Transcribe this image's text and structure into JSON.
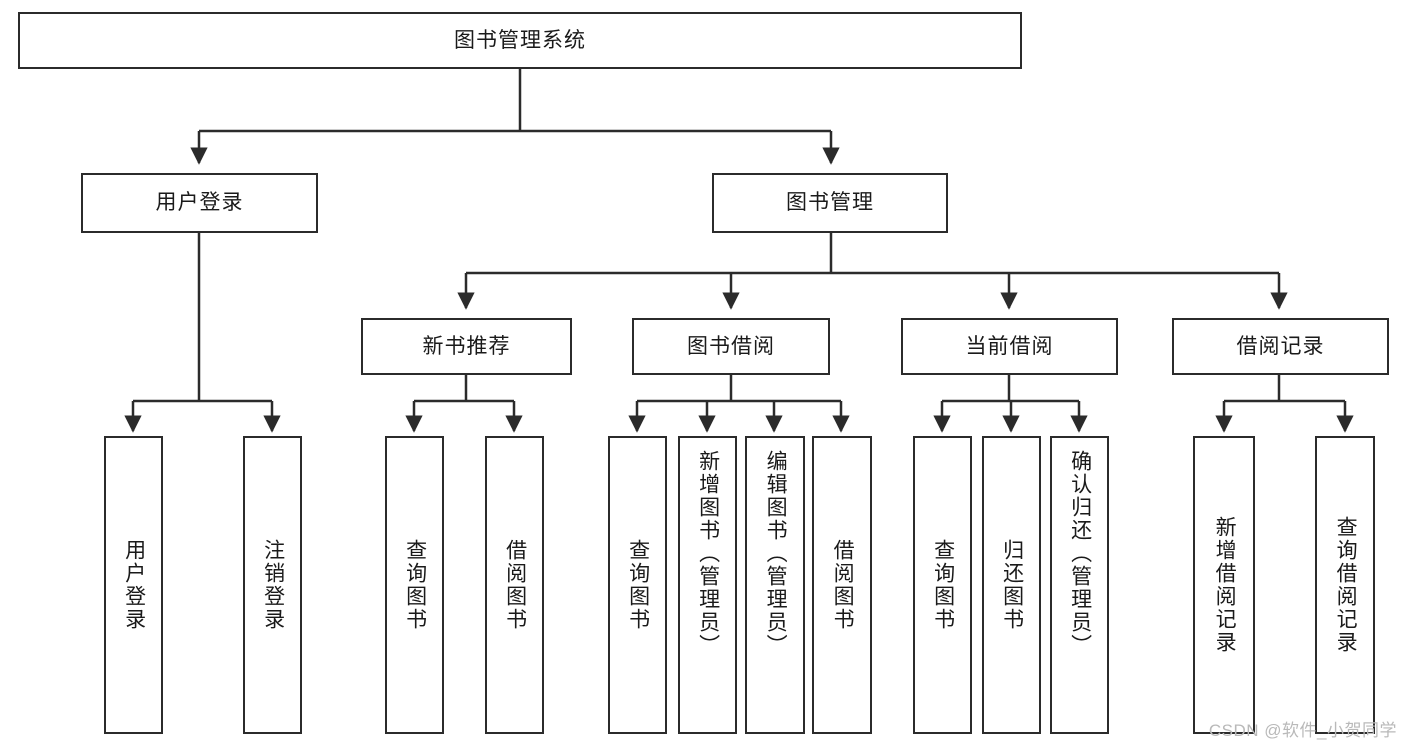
{
  "diagram": {
    "title": "图书管理系统",
    "type": "functional-structure-tree",
    "watermark": "CSDN @软件_小贺同学",
    "line_color": "#2b2b2b",
    "box_fill": "#ffffff",
    "text_color": "#1a1a1a"
  },
  "nodes": {
    "root": {
      "label": "图书管理系统"
    },
    "level2": [
      {
        "label": "用户登录"
      },
      {
        "label": "图书管理"
      }
    ],
    "level3": [
      {
        "label": "新书推荐"
      },
      {
        "label": "图书借阅"
      },
      {
        "label": "当前借阅"
      },
      {
        "label": "借阅记录"
      }
    ],
    "leaves_user_login": [
      {
        "label": "用户登录"
      },
      {
        "label": "注销登录"
      }
    ],
    "leaves_new_book": [
      {
        "label": "查询图书"
      },
      {
        "label": "借阅图书"
      }
    ],
    "leaves_borrow": [
      {
        "label": "查询图书"
      },
      {
        "label": "新增图书（管理员）"
      },
      {
        "label": "编辑图书（管理员）"
      },
      {
        "label": "借阅图书"
      }
    ],
    "leaves_current": [
      {
        "label": "查询图书"
      },
      {
        "label": "归还图书"
      },
      {
        "label": "确认归还（管理员）"
      }
    ],
    "leaves_records": [
      {
        "label": "新增借阅记录"
      },
      {
        "label": "查询借阅记录"
      }
    ]
  }
}
